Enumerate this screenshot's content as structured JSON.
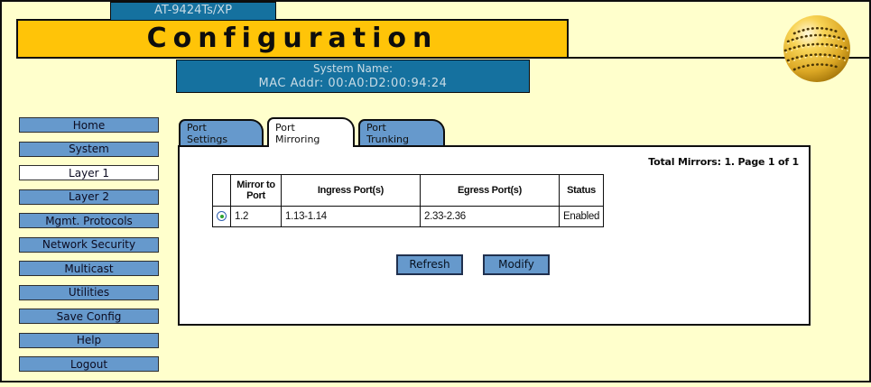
{
  "header": {
    "model": "AT-9424Ts/XP",
    "title": "Configuration",
    "system_name": "System Name:",
    "mac_addr": "MAC Addr: 00:A0:D2:00:94:24"
  },
  "colors": {
    "background": "#FFFFCC",
    "header_teal": "#15719F",
    "banner_gold": "#FFC408",
    "button_blue": "#6699CC",
    "header_text": "#C8DBE5",
    "radio_dot_green": "#2FA32F",
    "active_item_white": "#FFFFFF"
  },
  "sidebar": {
    "items": [
      {
        "label": "Home",
        "active": false
      },
      {
        "label": "System",
        "active": false
      },
      {
        "label": "Layer 1",
        "active": true
      },
      {
        "label": "Layer 2",
        "active": false
      },
      {
        "label": "Mgmt. Protocols",
        "active": false
      },
      {
        "label": "Network Security",
        "active": false
      },
      {
        "label": "Multicast",
        "active": false
      },
      {
        "label": "Utilities",
        "active": false
      },
      {
        "label": "Save Config",
        "active": false
      },
      {
        "label": "Help",
        "active": false
      },
      {
        "label": "Logout",
        "active": false
      }
    ]
  },
  "tabs": [
    {
      "line1": "Port",
      "line2": "Settings",
      "active": false
    },
    {
      "line1": "Port",
      "line2": "Mirroring",
      "active": true
    },
    {
      "line1": "Port",
      "line2": "Trunking",
      "active": false
    }
  ],
  "main": {
    "summary": "Total Mirrors: 1. Page 1 of 1",
    "table": {
      "headers": [
        "",
        "Mirror to Port",
        "Ingress Port(s)",
        "Egress Port(s)",
        "Status"
      ],
      "rows": [
        {
          "selected": true,
          "mirror_to_port": "1.2",
          "ingress_ports": "1.13-1.14",
          "egress_ports": "2.33-2.36",
          "status": "Enabled"
        }
      ]
    },
    "buttons": {
      "refresh": "Refresh",
      "modify": "Modify"
    }
  }
}
